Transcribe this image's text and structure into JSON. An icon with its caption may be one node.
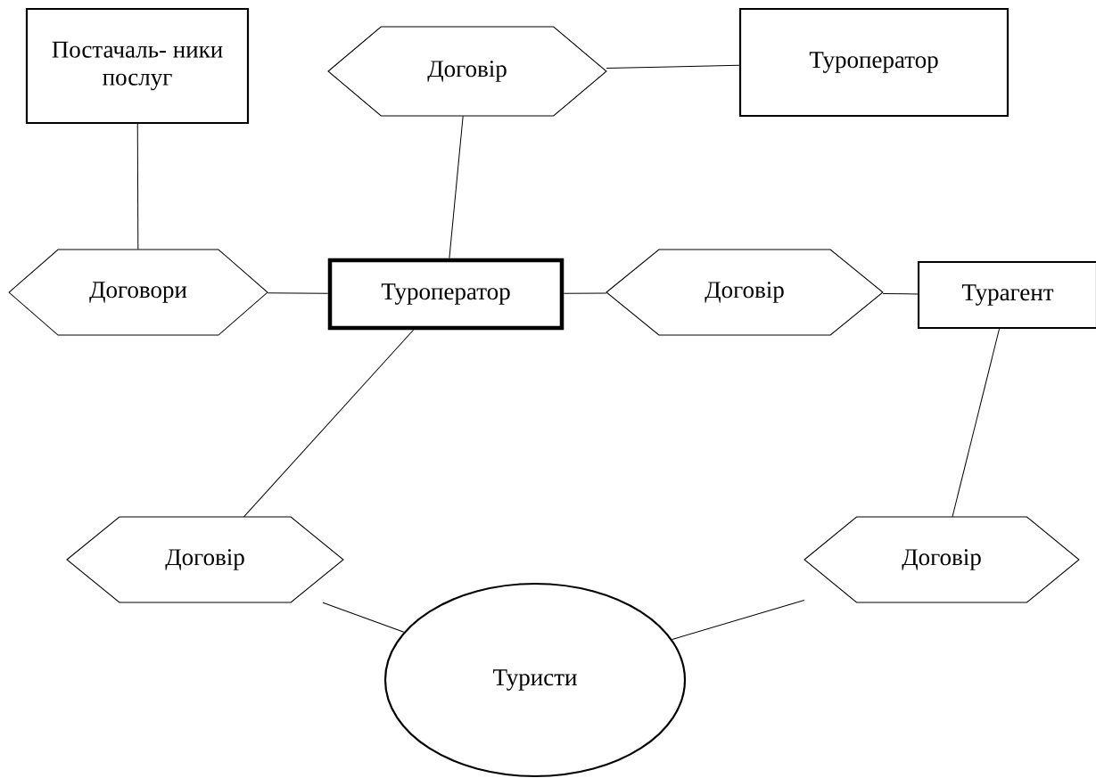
{
  "diagram": {
    "nodes": [
      {
        "text": [
          "Постачаль- ники послуг"
        ]
      },
      {
        "text": [
          "Договір"
        ]
      },
      {
        "text": [
          "Туроператор"
        ]
      },
      {
        "text": [
          "Договори"
        ]
      },
      {
        "text": [
          "Туроператор"
        ]
      },
      {
        "text": [
          "Договір"
        ]
      },
      {
        "text": [
          "Турагент"
        ]
      },
      {
        "text": [
          "Договір"
        ]
      },
      {
        "text": [
          "Договір"
        ]
      },
      {
        "text": [
          "Туристи"
        ]
      }
    ],
    "edges": [
      {
        "from": 0,
        "to": 3,
        "arrow": "none"
      },
      {
        "from": 1,
        "to": 2,
        "arrow": "none"
      },
      {
        "from": 1,
        "to": 4,
        "arrow": "none"
      },
      {
        "from": 3,
        "to": 4,
        "arrow": "none"
      },
      {
        "from": 4,
        "to": 5,
        "arrow": "none"
      },
      {
        "from": 5,
        "to": 6,
        "arrow": "none"
      },
      {
        "from": 4,
        "to": 7,
        "arrow": "none"
      },
      {
        "from": 6,
        "to": 8,
        "arrow": "none"
      },
      {
        "from": 7,
        "to": 9,
        "arrow": "none"
      },
      {
        "from": 8,
        "to": 9,
        "arrow": "none"
      }
    ]
  }
}
